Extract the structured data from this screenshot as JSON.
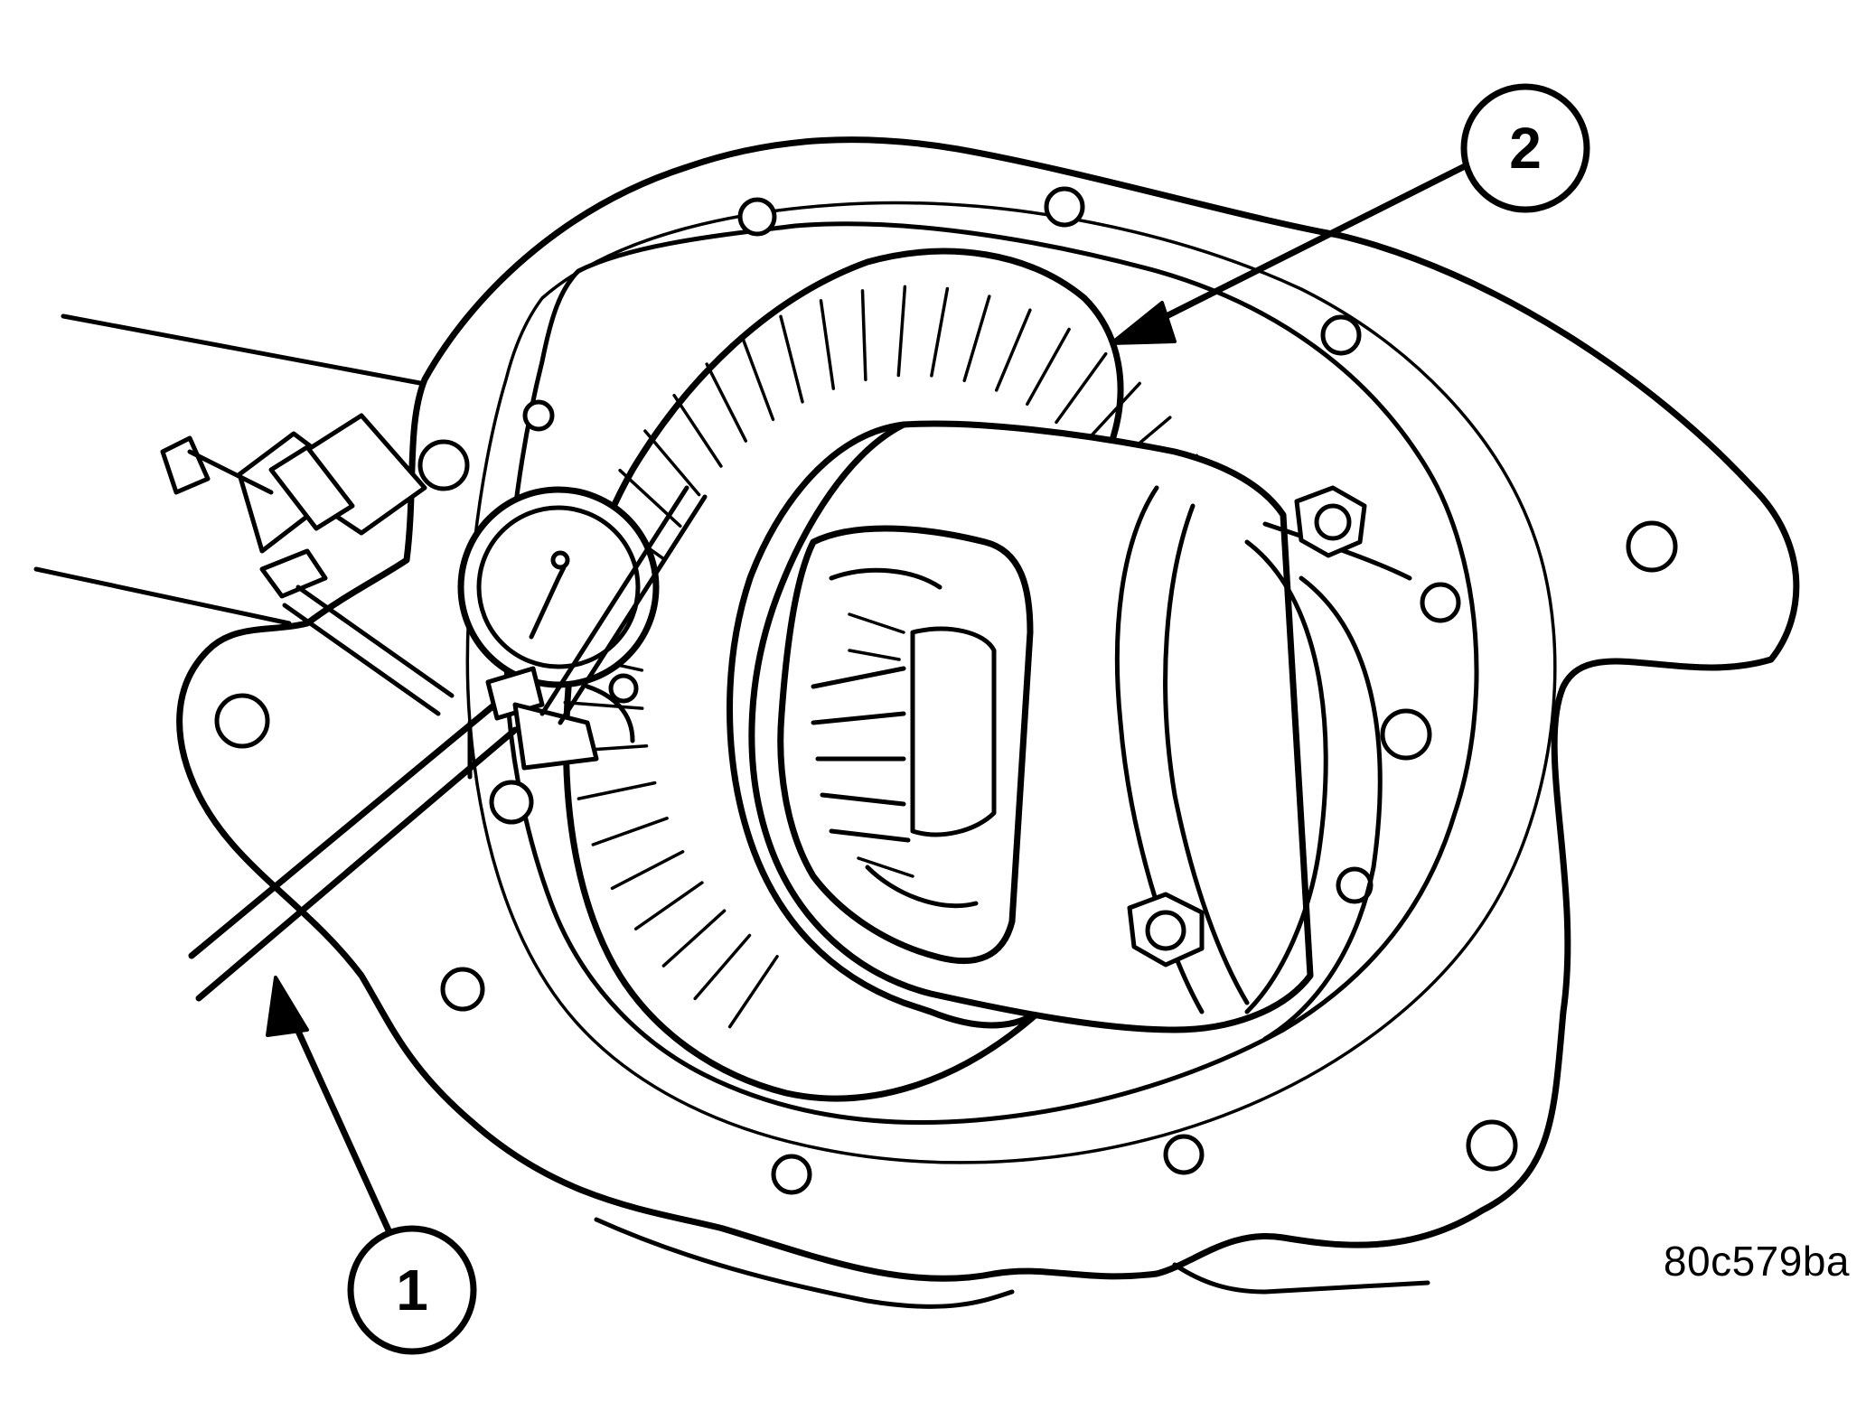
{
  "figure": {
    "callouts": [
      {
        "number": "1"
      },
      {
        "number": "2"
      }
    ],
    "figure_id": "80c579ba"
  }
}
